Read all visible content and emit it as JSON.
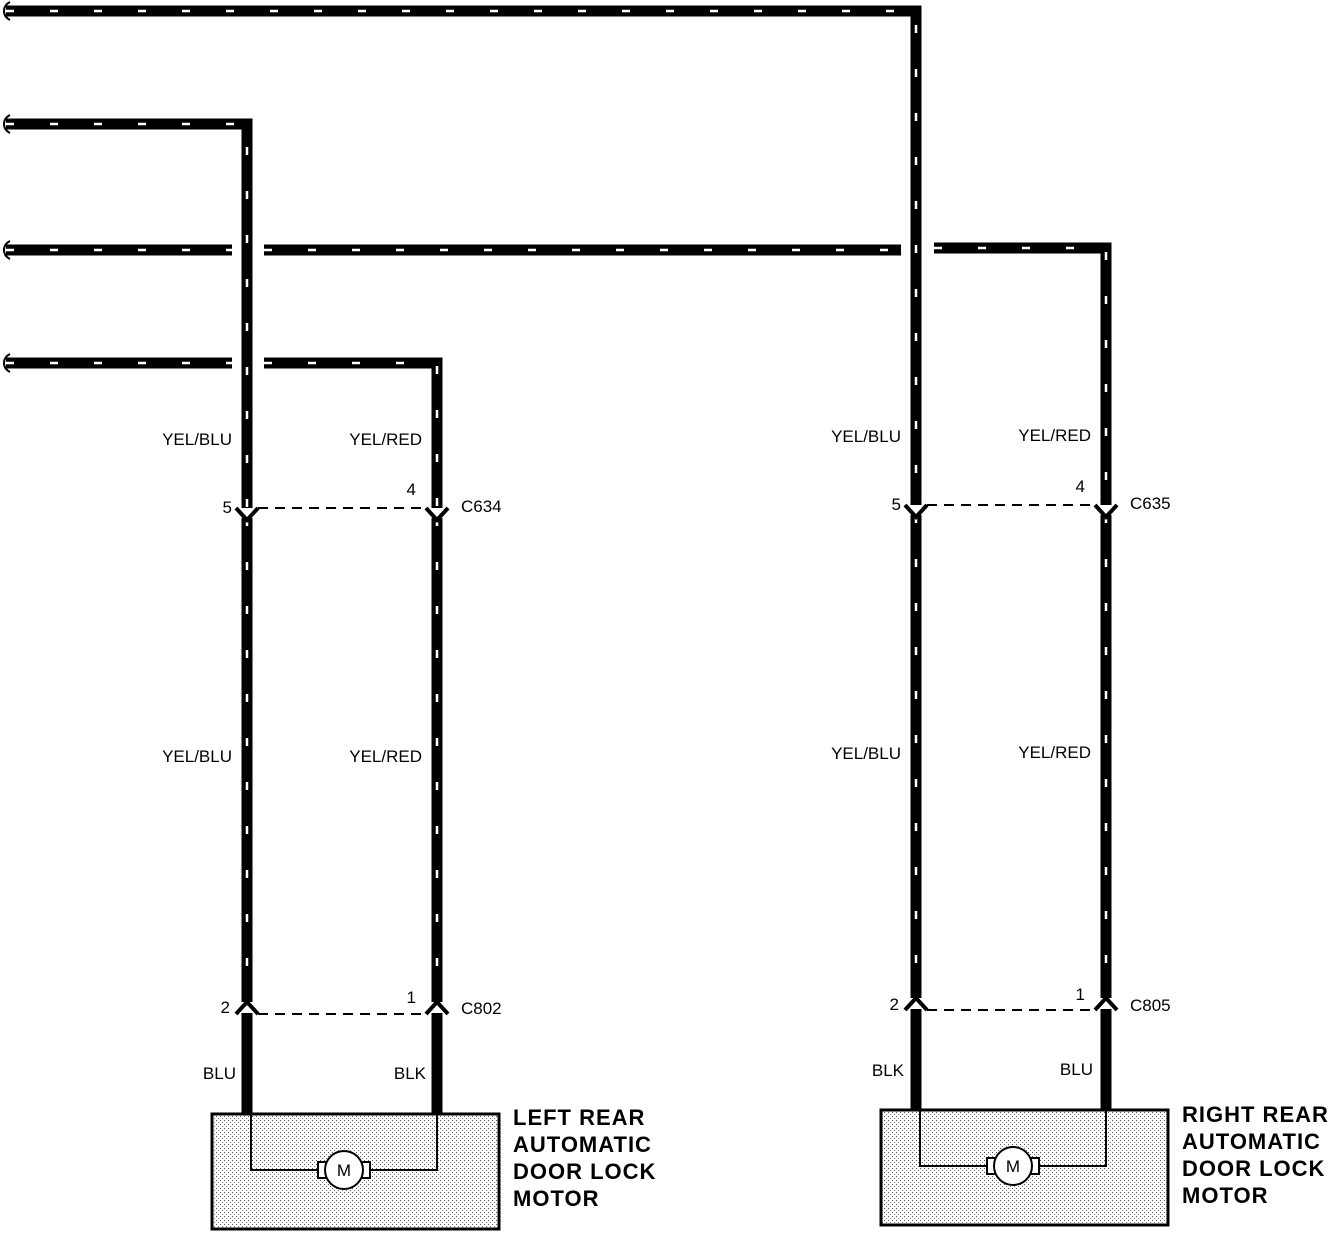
{
  "left_motor": {
    "connector_top": "C634",
    "connector_bottom": "C802",
    "wire_upper_a": "YEL/BLU",
    "wire_upper_b": "YEL/RED",
    "wire_mid_a": "YEL/BLU",
    "wire_mid_b": "YEL/RED",
    "wire_low_a": "BLU",
    "wire_low_b": "BLK",
    "pin_top_a": "5",
    "pin_top_b": "4",
    "pin_bottom_a": "2",
    "pin_bottom_b": "1",
    "motor_symbol": "M",
    "label_lines": [
      "LEFT REAR",
      "AUTOMATIC",
      "DOOR LOCK",
      "MOTOR"
    ]
  },
  "right_motor": {
    "connector_top": "C635",
    "connector_bottom": "C805",
    "wire_upper_a": "YEL/BLU",
    "wire_upper_b": "YEL/RED",
    "wire_mid_a": "YEL/BLU",
    "wire_mid_b": "YEL/RED",
    "wire_low_a": "BLK",
    "wire_low_b": "BLU",
    "pin_top_a": "5",
    "pin_top_b": "4",
    "pin_bottom_a": "2",
    "pin_bottom_b": "1",
    "motor_symbol": "M",
    "label_lines": [
      "RIGHT REAR",
      "AUTOMATIC",
      "DOOR LOCK",
      "MOTOR"
    ]
  }
}
